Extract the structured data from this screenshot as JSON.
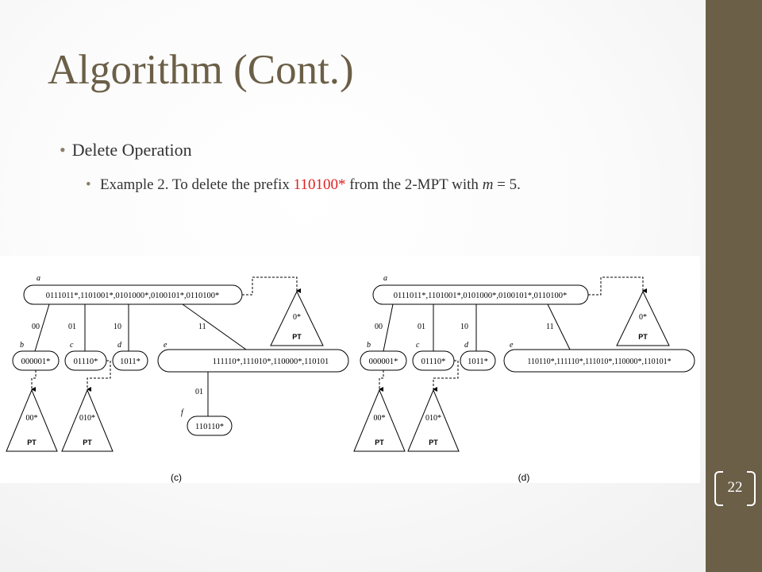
{
  "slide": {
    "title": "Algorithm (Cont.)",
    "page_number": "22",
    "bullet_1": "Delete Operation",
    "bullet_2": {
      "before": "Example 2. To delete the prefix ",
      "highlight": "110100*",
      "after": " from the 2-MPT with ",
      "m_var": "m",
      "equals": " = 5."
    }
  },
  "colors": {
    "accent": "#6b5f47",
    "highlight": "#e02020"
  },
  "figure": {
    "left_caption": "(c)",
    "right_caption": "(d)",
    "left": {
      "node_a": {
        "label": "a",
        "text": "0111011*,1101001*,0101000*,0100101*,0110100*"
      },
      "edges_a": [
        "00",
        "01",
        "10",
        "11"
      ],
      "node_b": {
        "label": "b",
        "text": "000001*"
      },
      "node_c": {
        "label": "c",
        "text": "01110*"
      },
      "node_d": {
        "label": "d",
        "text": "1011*"
      },
      "node_e": {
        "label": "e",
        "text": "111110*,111010*,110000*,110101"
      },
      "edge_e_f": "01",
      "node_f": {
        "label": "f",
        "text": "110110*"
      },
      "pt_root": {
        "prefix": "0*",
        "name": "PT"
      },
      "pt_b": {
        "prefix": "00*",
        "name": "PT"
      },
      "pt_c": {
        "prefix": "010*",
        "name": "PT"
      }
    },
    "right": {
      "node_a": {
        "label": "a",
        "text": "0111011*,1101001*,0101000*,0100101*,0110100*"
      },
      "edges_a": [
        "00",
        "01",
        "10",
        "11"
      ],
      "node_b": {
        "label": "b",
        "text": "000001*"
      },
      "node_c": {
        "label": "c",
        "text": "01110*"
      },
      "node_d": {
        "label": "d",
        "text": "1011*"
      },
      "node_e": {
        "label": "e",
        "text": "110110*,111110*,111010*,110000*,110101*"
      },
      "pt_root": {
        "prefix": "0*",
        "name": "PT"
      },
      "pt_b": {
        "prefix": "00*",
        "name": "PT"
      },
      "pt_c": {
        "prefix": "010*",
        "name": "PT"
      }
    }
  }
}
